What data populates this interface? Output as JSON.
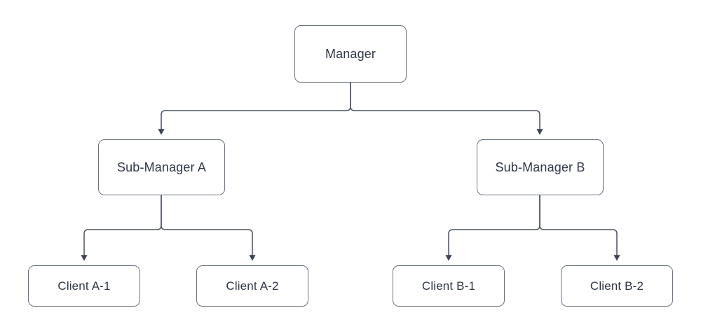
{
  "diagram": {
    "type": "org-chart-tree",
    "background_color": "#ffffff",
    "node_border_color": "#6a7283",
    "node_fill_color": "#ffffff",
    "text_color": "#2f3646",
    "connector_color": "#4a5160",
    "arrowhead_color": "#3b4354",
    "nodes": {
      "root": {
        "label": "Manager"
      },
      "mid_a": {
        "label": "Sub-Manager A"
      },
      "mid_b": {
        "label": "Sub-Manager B"
      },
      "leaf_a1": {
        "label": "Client A-1"
      },
      "leaf_a2": {
        "label": "Client A-2"
      },
      "leaf_b1": {
        "label": "Client B-1"
      },
      "leaf_b2": {
        "label": "Client B-2"
      }
    },
    "edges": [
      {
        "from": "Manager",
        "to": "Sub-Manager A"
      },
      {
        "from": "Manager",
        "to": "Sub-Manager B"
      },
      {
        "from": "Sub-Manager A",
        "to": "Client A-1"
      },
      {
        "from": "Sub-Manager A",
        "to": "Client A-2"
      },
      {
        "from": "Sub-Manager B",
        "to": "Client B-1"
      },
      {
        "from": "Sub-Manager B",
        "to": "Client B-2"
      }
    ]
  }
}
